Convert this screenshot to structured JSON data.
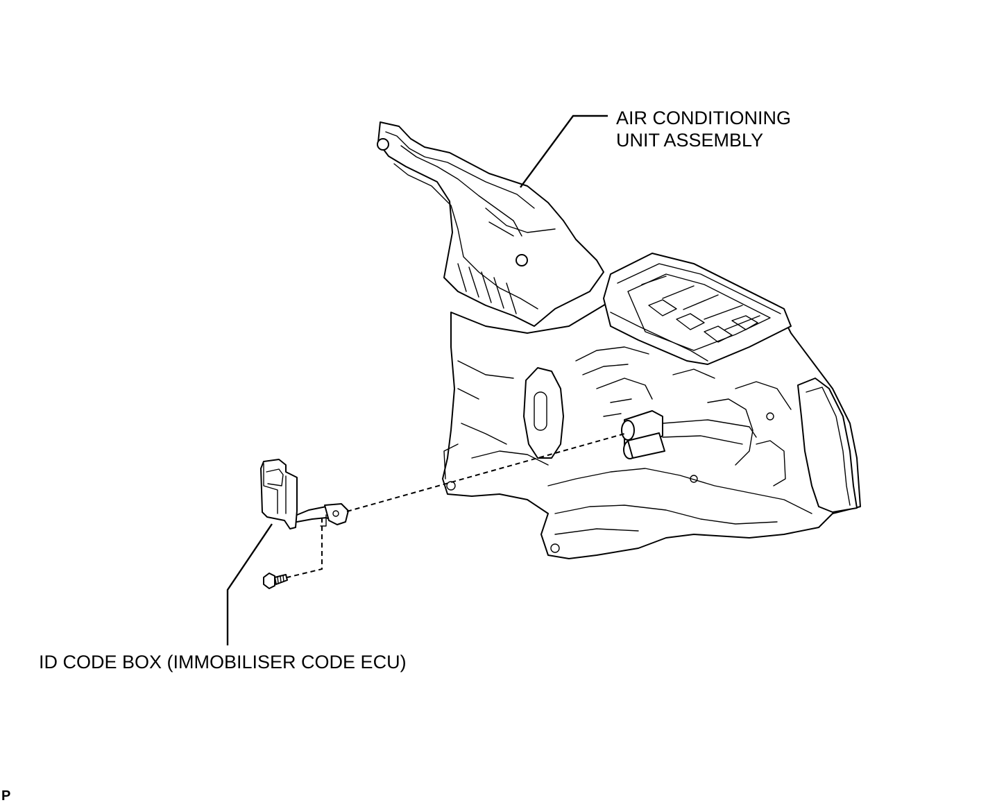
{
  "labels": {
    "ac_unit_line1": "AIR CONDITIONING",
    "ac_unit_line2": "UNIT ASSEMBLY",
    "id_code_box": "ID CODE BOX (IMMOBILISER CODE ECU)",
    "corner_mark": "P"
  },
  "colors": {
    "line": "#000000",
    "background": "#ffffff"
  }
}
